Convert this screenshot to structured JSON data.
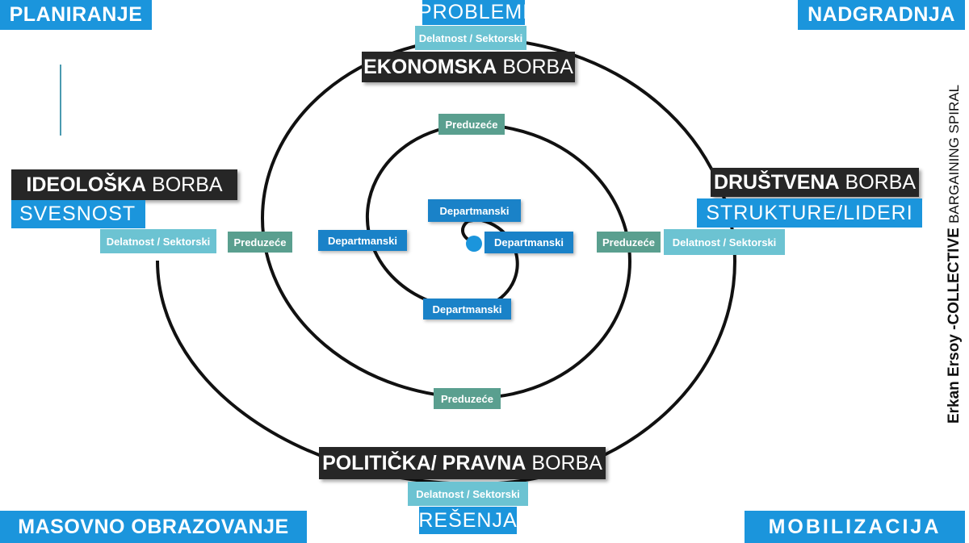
{
  "corners": {
    "top_left": "PLANIRANJE",
    "top_right": "NADGRADNJA",
    "bottom_left": "MASOVNO OBRAZOVANJE",
    "bottom_right": "MOBILIZACIJA"
  },
  "struggles": {
    "economic": {
      "bold": "EKONOMSKA",
      "light": "BORBA"
    },
    "ideological": {
      "bold": "IDEOLOŠKA",
      "light": "BORBA"
    },
    "social": {
      "bold": "DRUŠTVENA",
      "light": "BORBA"
    },
    "political": {
      "bold": "POLITIČKA/ PRAVNA",
      "light": "BORBA"
    }
  },
  "outcomes": {
    "top": "PROBLEMI",
    "left": "SVESNOST",
    "right": "STRUKTURE/LIDERI",
    "bottom": "REŠENJA"
  },
  "levels": {
    "sector": "Delatnost / Sektorski",
    "company": "Preduzeće",
    "department": "Departmanski"
  },
  "vertical_title": {
    "author": "Erkan Ersoy -COLLECTIVE",
    "subtitle": "BARGAINING SPIRAL"
  },
  "colors": {
    "blue": "#1b95dc",
    "dept": "#1a82c8",
    "company": "#5a9f8f",
    "sector": "#6cc3d2",
    "dark": "#262626"
  }
}
